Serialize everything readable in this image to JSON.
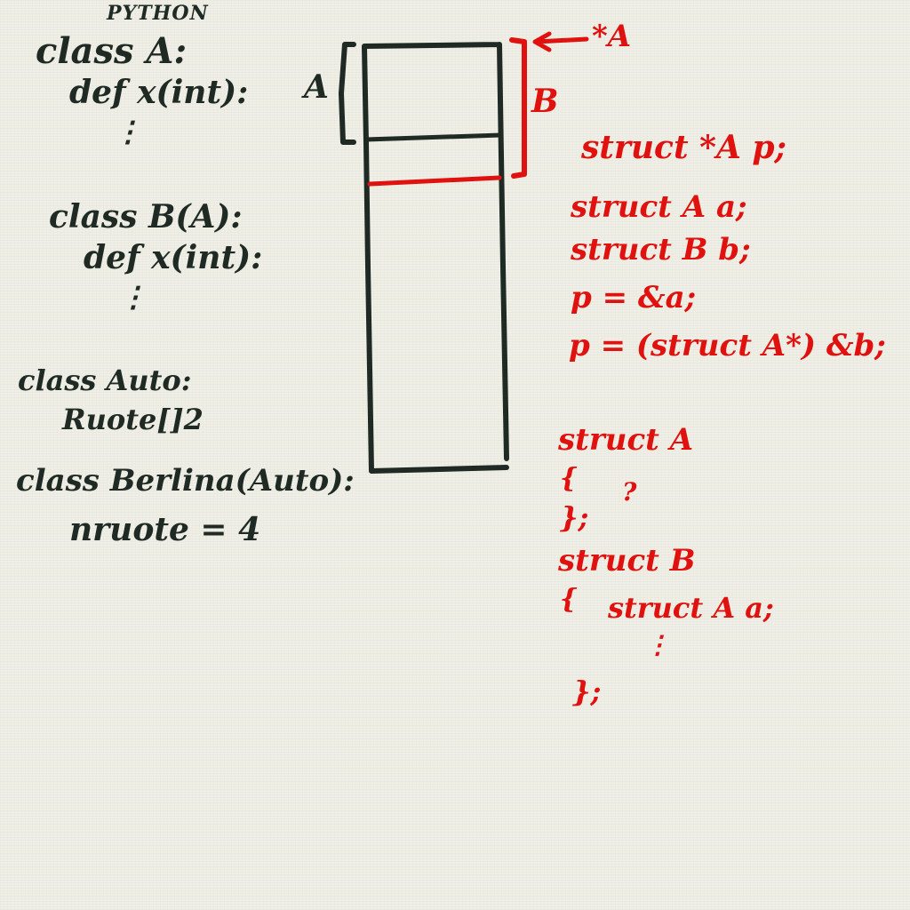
{
  "colors": {
    "paper": "#efefe6",
    "dark_ink": "#1f2a25",
    "red_ink": "#e0120f"
  },
  "left_notes": {
    "heading": "PYTHON",
    "line1": "class A:",
    "line2": "def x(int):",
    "line3": "⋮",
    "line4": "class B(A):",
    "line5": "def x(int):",
    "line6": "⋮",
    "line7": "class Auto:",
    "line8": "Ruote[]2",
    "line9": "class Berlina(Auto):",
    "line10": "nruote = 4"
  },
  "memory_diagram": {
    "label_A": "A",
    "label_B": "B",
    "pointer_label": "*A"
  },
  "right_notes": {
    "line1": "struct *A p;",
    "line2": "struct A a;",
    "line3": "struct B b;",
    "line4": "p = &a;",
    "line5": "p = (struct A*) &b;",
    "line6": "struct A",
    "line7": "{",
    "line8": "?",
    "line9": "};",
    "line10": "struct B",
    "line11": "{",
    "line12": "struct A a;",
    "line13": "⋮",
    "line14": "};"
  }
}
